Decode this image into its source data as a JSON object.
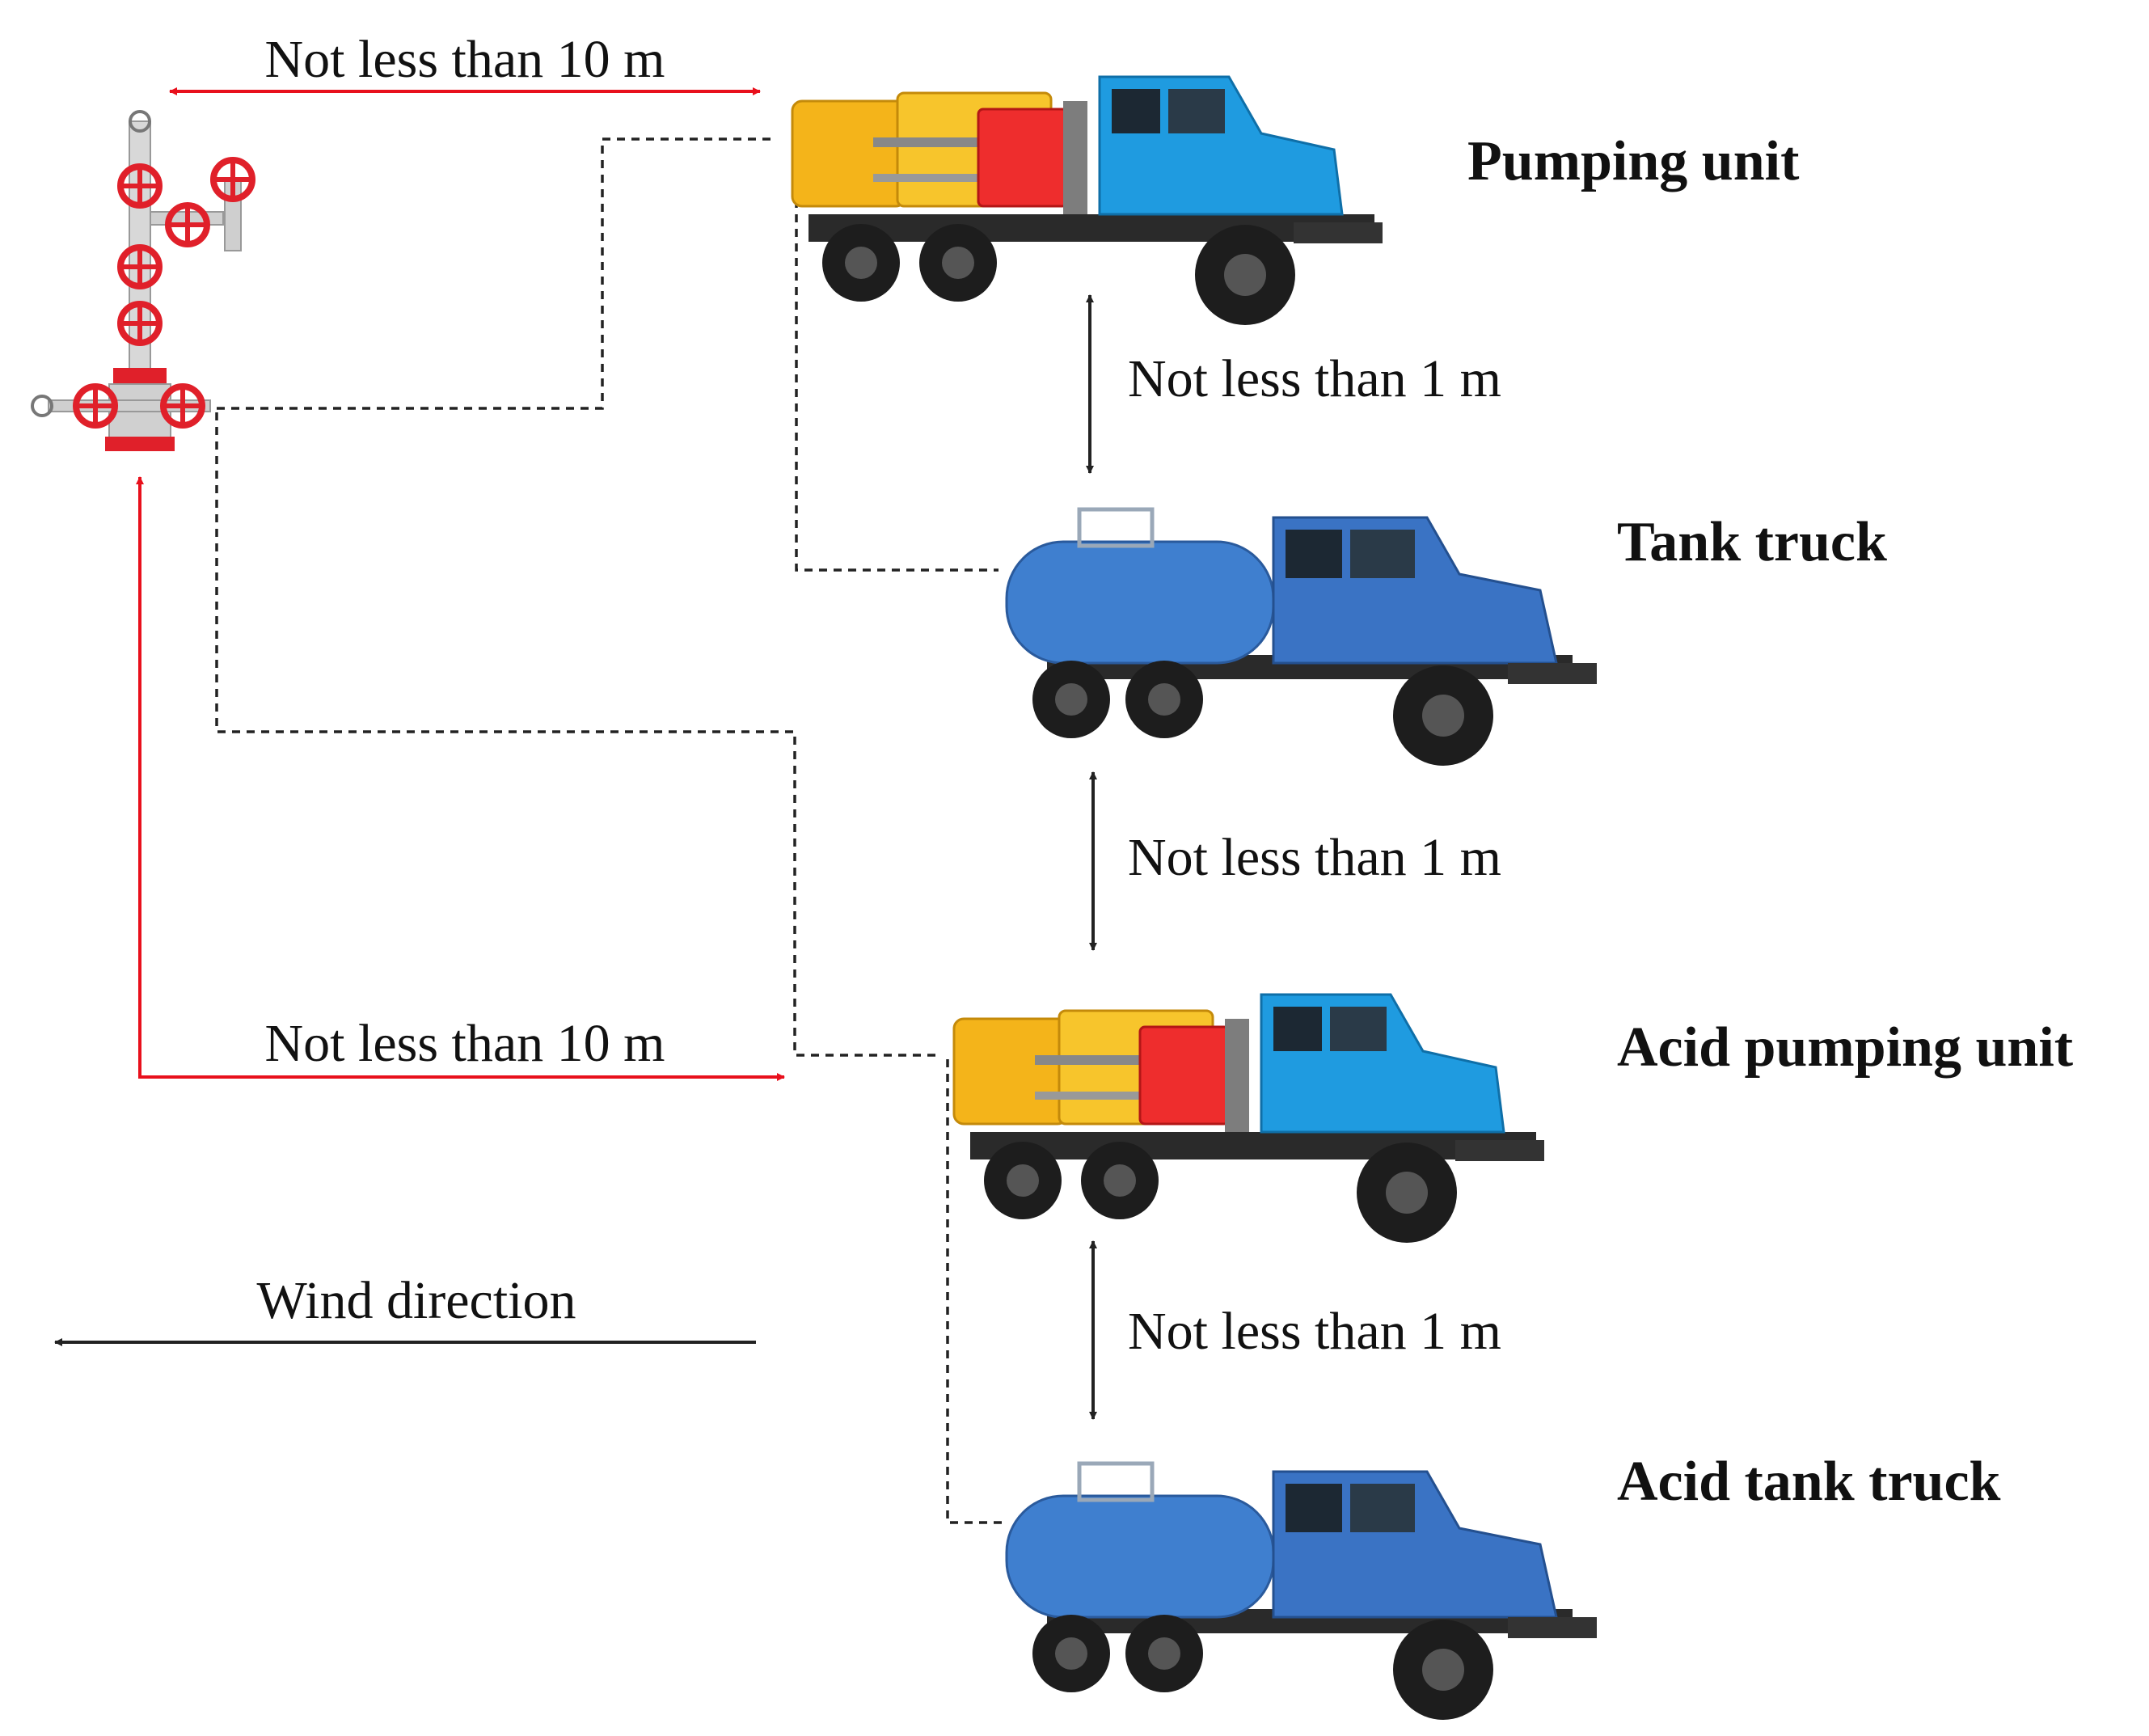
{
  "colors": {
    "red_arrow": "#e8101c",
    "black_arrow": "#222222",
    "dashed_hose": "#222222",
    "truck_cab_blue": "#1f9be0",
    "tank_blue": "#3c78c8",
    "tank_yellow": "#f2b51e",
    "tank_red": "#ef2e2e",
    "wellhead_red": "#e0202a"
  },
  "labels": {
    "dist_well_to_pump": "Not less than 10 m",
    "dist_well_to_acid_pump": "Not less than 10 m",
    "dist_pump_to_tank": "Not less than 1 m",
    "dist_tank_to_acid_pump": "Not less than 1 m",
    "dist_acid_pump_to_acid_tank": "Not less than 1 m",
    "wind_direction": "Wind direction"
  },
  "vehicles": {
    "pumping_unit": "Pumping unit",
    "tank_truck": "Tank truck",
    "acid_pumping_unit": "Acid pumping unit",
    "acid_tank_truck": "Acid tank truck"
  },
  "icons": {
    "wellhead": "wellhead-christmas-tree-icon",
    "pump_truck": "pump-truck-icon",
    "tank_truck": "tank-truck-icon"
  }
}
